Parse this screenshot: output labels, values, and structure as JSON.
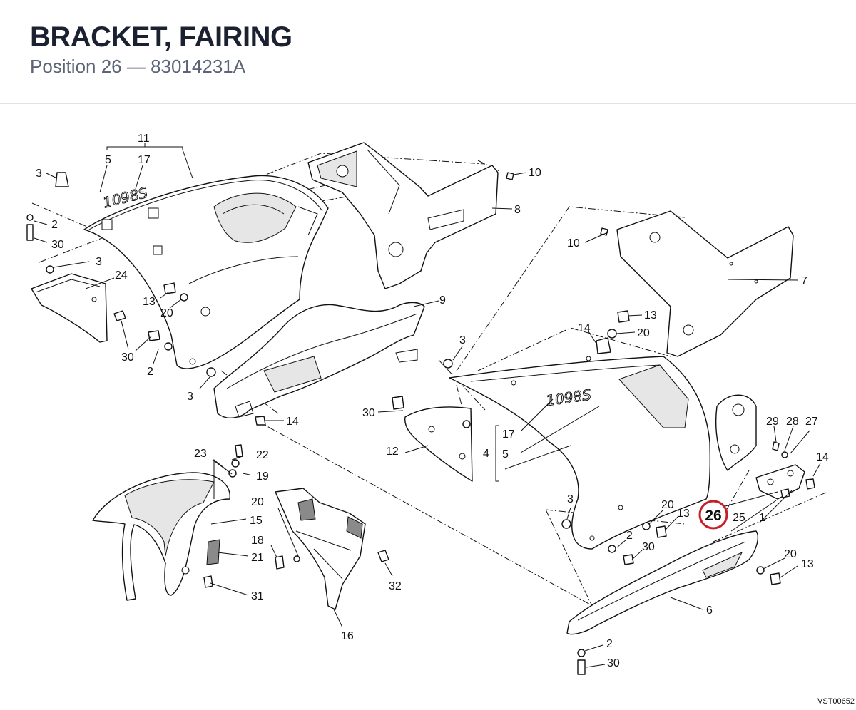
{
  "header": {
    "title": "BRACKET, FAIRING",
    "subtitle": "Position 26 — 83014231A"
  },
  "diagram": {
    "reference_code": "VST00652",
    "highlighted_callout": "26",
    "highlight_color": "#c81e28",
    "decals": {
      "upper_fairing": "1098S",
      "side_fairing": "1098S"
    },
    "callouts": [
      {
        "id": "c11",
        "text": "11"
      },
      {
        "id": "c5a",
        "text": "5"
      },
      {
        "id": "c17a",
        "text": "17"
      },
      {
        "id": "c3a",
        "text": "3"
      },
      {
        "id": "c2a",
        "text": "2"
      },
      {
        "id": "c30a",
        "text": "30"
      },
      {
        "id": "c3b",
        "text": "3"
      },
      {
        "id": "c24",
        "text": "24"
      },
      {
        "id": "c13a",
        "text": "13"
      },
      {
        "id": "c20a",
        "text": "20"
      },
      {
        "id": "c30b",
        "text": "30"
      },
      {
        "id": "c2b",
        "text": "2"
      },
      {
        "id": "c3c",
        "text": "3"
      },
      {
        "id": "c10a",
        "text": "10"
      },
      {
        "id": "c8",
        "text": "8"
      },
      {
        "id": "c9",
        "text": "9"
      },
      {
        "id": "c14a",
        "text": "14"
      },
      {
        "id": "c10b",
        "text": "10"
      },
      {
        "id": "c7",
        "text": "7"
      },
      {
        "id": "c13b",
        "text": "13"
      },
      {
        "id": "c14b",
        "text": "14"
      },
      {
        "id": "c20b",
        "text": "20"
      },
      {
        "id": "c3d",
        "text": "3"
      },
      {
        "id": "c30c",
        "text": "30"
      },
      {
        "id": "c12",
        "text": "12"
      },
      {
        "id": "c17b",
        "text": "17"
      },
      {
        "id": "c4",
        "text": "4"
      },
      {
        "id": "c5b",
        "text": "5"
      },
      {
        "id": "c29",
        "text": "29"
      },
      {
        "id": "c28",
        "text": "28"
      },
      {
        "id": "c27",
        "text": "27"
      },
      {
        "id": "c14c",
        "text": "14"
      },
      {
        "id": "c23",
        "text": "23"
      },
      {
        "id": "c22",
        "text": "22"
      },
      {
        "id": "c19",
        "text": "19"
      },
      {
        "id": "c15",
        "text": "15"
      },
      {
        "id": "c21",
        "text": "21"
      },
      {
        "id": "c31",
        "text": "31"
      },
      {
        "id": "c20c",
        "text": "20"
      },
      {
        "id": "c18",
        "text": "18"
      },
      {
        "id": "c16",
        "text": "16"
      },
      {
        "id": "c32",
        "text": "32"
      },
      {
        "id": "c3e",
        "text": "3"
      },
      {
        "id": "c20d",
        "text": "20"
      },
      {
        "id": "c13c",
        "text": "13"
      },
      {
        "id": "c25",
        "text": "25"
      },
      {
        "id": "c1",
        "text": "1"
      },
      {
        "id": "c2c",
        "text": "2"
      },
      {
        "id": "c30d",
        "text": "30"
      },
      {
        "id": "c20e",
        "text": "20"
      },
      {
        "id": "c13d",
        "text": "13"
      },
      {
        "id": "c6",
        "text": "6"
      },
      {
        "id": "c2d",
        "text": "2"
      },
      {
        "id": "c30e",
        "text": "30"
      }
    ]
  }
}
